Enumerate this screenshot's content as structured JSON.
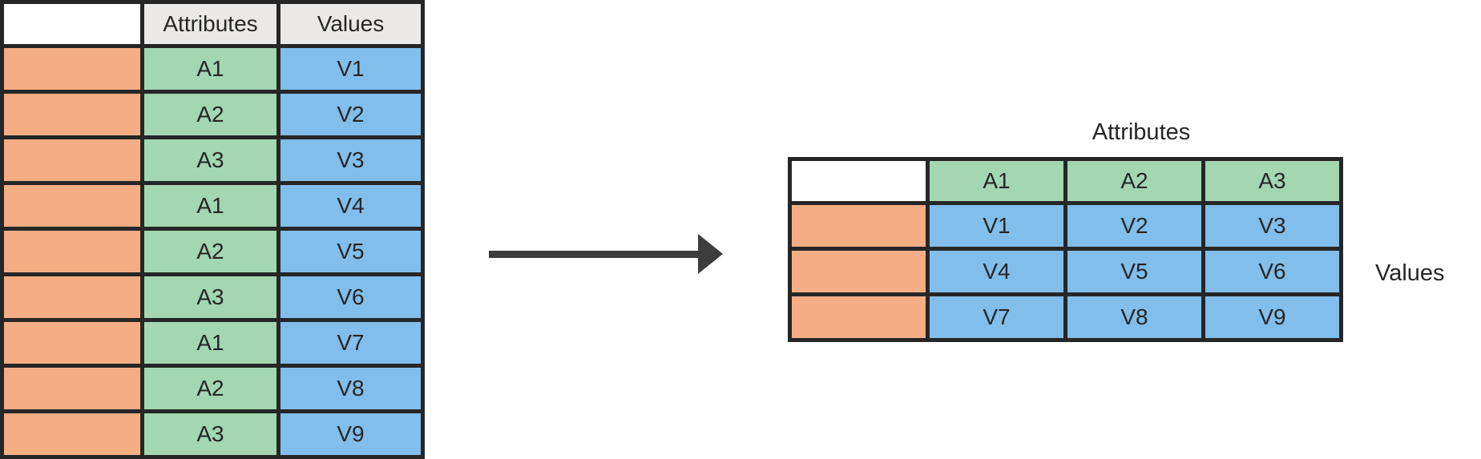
{
  "colors": {
    "key_orange": "#F5AE84",
    "attribute_green": "#A2D7B1",
    "value_blue": "#82BEEB",
    "header_gray": "#EAE9E7",
    "border": "#262626",
    "arrow": "#3D3D3D"
  },
  "left_table": {
    "column_headers": [
      "Attributes",
      "Values"
    ],
    "rows": [
      [
        "A1",
        "V1"
      ],
      [
        "A2",
        "V2"
      ],
      [
        "A3",
        "V3"
      ],
      [
        "A1",
        "V4"
      ],
      [
        "A2",
        "V5"
      ],
      [
        "A3",
        "V6"
      ],
      [
        "A1",
        "V7"
      ],
      [
        "A2",
        "V8"
      ],
      [
        "A3",
        "V9"
      ]
    ]
  },
  "right_table": {
    "title": "Attributes",
    "side_label": "Values",
    "column_headers": [
      "A1",
      "A2",
      "A3"
    ],
    "rows": [
      [
        "V1",
        "V2",
        "V3"
      ],
      [
        "V4",
        "V5",
        "V6"
      ],
      [
        "V7",
        "V8",
        "V9"
      ]
    ]
  }
}
